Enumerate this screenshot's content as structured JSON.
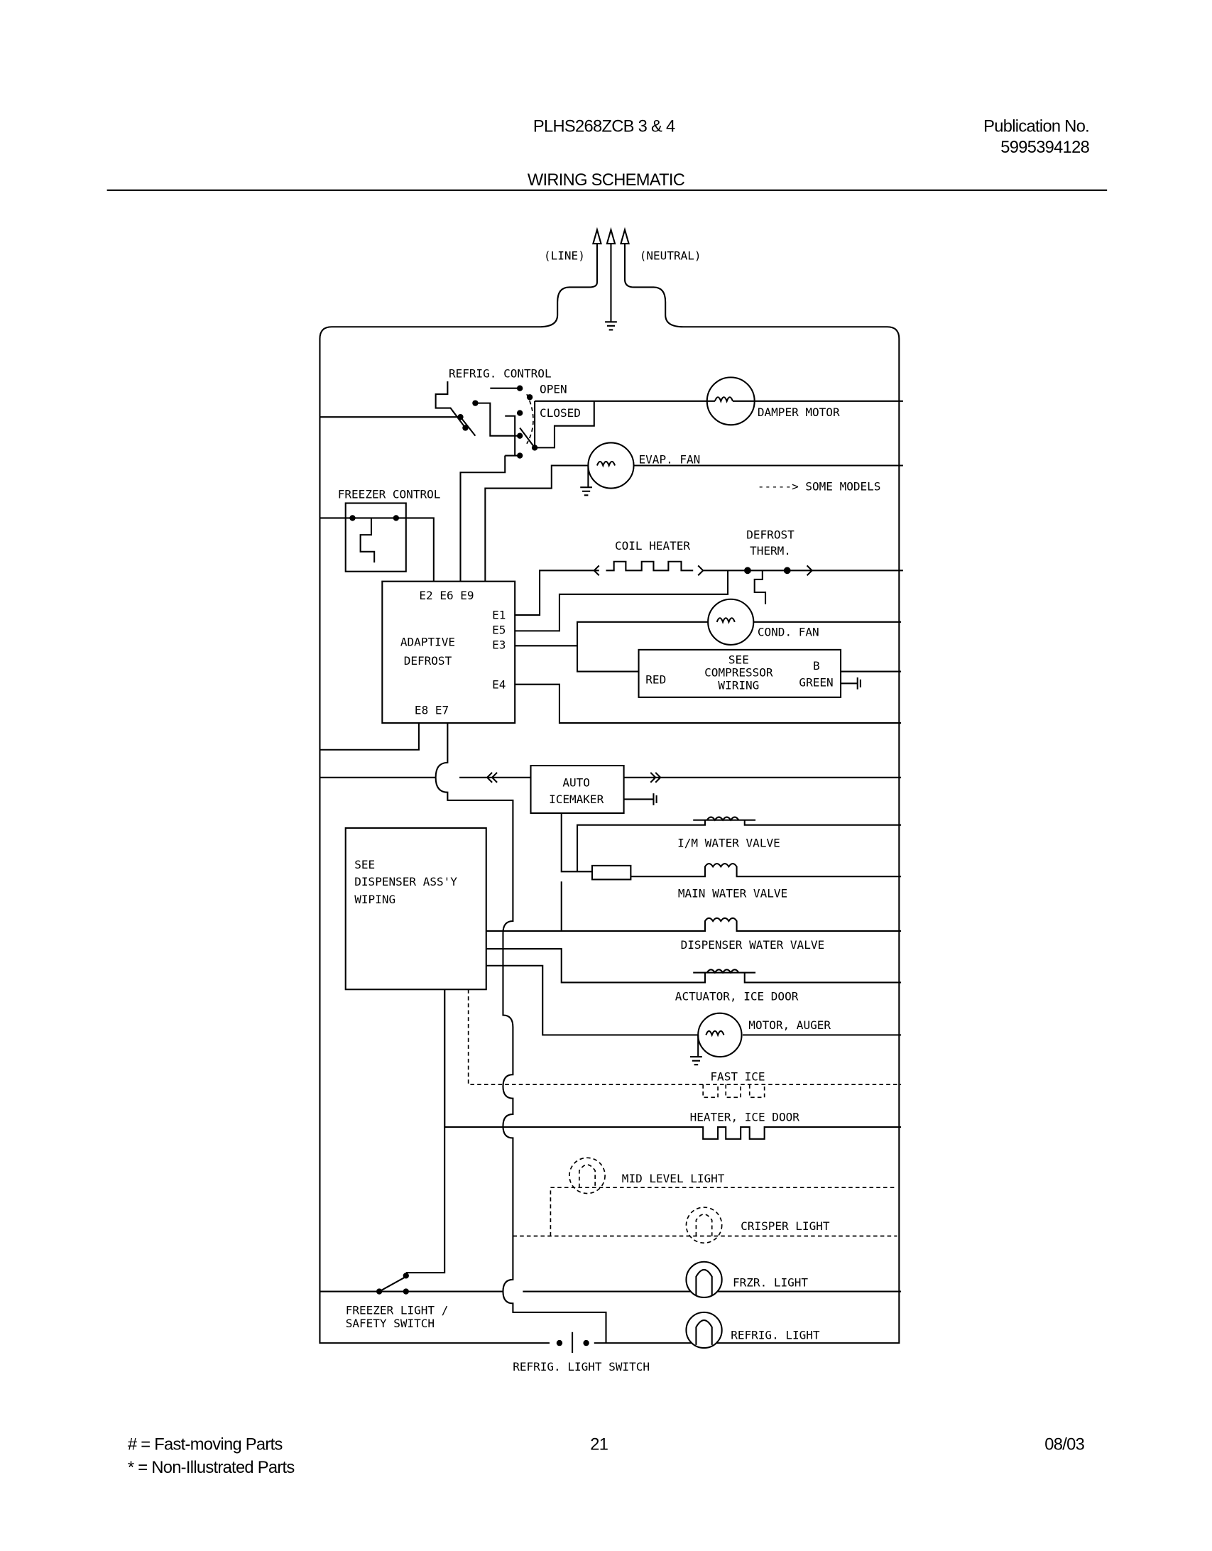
{
  "header": {
    "model": "PLHS268ZCB 3 & 4",
    "publication_label": "Publication No.",
    "publication_number": "5995394128",
    "title": "WIRING SCHEMATIC"
  },
  "schematic": {
    "line": "(LINE)",
    "neutral": "(NEUTRAL)",
    "refrig_control": "REFRIG. CONTROL",
    "open": "OPEN",
    "closed": "CLOSED",
    "damper_motor": "DAMPER MOTOR",
    "evap_fan": "EVAP. FAN",
    "some_models": "-----> SOME MODELS",
    "freezer_control": "FREEZER CONTROL",
    "coil_heater": "COIL HEATER",
    "defrost_therm_1": "DEFROST",
    "defrost_therm_2": "THERM.",
    "adaptive_terminals_top": "E2  E6  E9",
    "terminal_e1": "E1",
    "terminal_e5": "E5",
    "terminal_e3": "E3",
    "terminal_e4": "E4",
    "adaptive_1": "ADAPTIVE",
    "adaptive_2": "DEFROST",
    "adaptive_terminals_bottom": "E8  E7",
    "cond_fan": "COND. FAN",
    "compressor_1": "SEE",
    "compressor_2": "COMPRESSOR",
    "compressor_3": "WIRING",
    "red": "RED",
    "b": "B",
    "green": "GREEN",
    "icemaker_1": "AUTO",
    "icemaker_2": "ICEMAKER",
    "im_water_valve": "I/M WATER VALVE",
    "main_water_valve": "MAIN WATER VALVE",
    "dispenser_water_valve": "DISPENSER WATER VALVE",
    "actuator_ice_door": "ACTUATOR, ICE DOOR",
    "motor_auger": "MOTOR, AUGER",
    "fast_ice": "FAST ICE",
    "heater_ice_door": "HEATER, ICE DOOR",
    "mid_level_light": "MID LEVEL LIGHT",
    "crisper_light": "CRISPER LIGHT",
    "frzr_light": "FRZR. LIGHT",
    "refrig_light": "REFRIG. LIGHT",
    "dispenser_1": "SEE",
    "dispenser_2": "DISPENSER ASS'Y",
    "dispenser_3": "WIPING",
    "freezer_switch_1": "FREEZER LIGHT /",
    "freezer_switch_2": "SAFETY SWITCH",
    "refrig_light_switch": "REFRIG. LIGHT SWITCH"
  },
  "footer": {
    "legend_fast": "#  =  Fast-moving Parts",
    "legend_non": "*   =  Non-Illustrated Parts",
    "page_number": "21",
    "date": "08/03"
  }
}
